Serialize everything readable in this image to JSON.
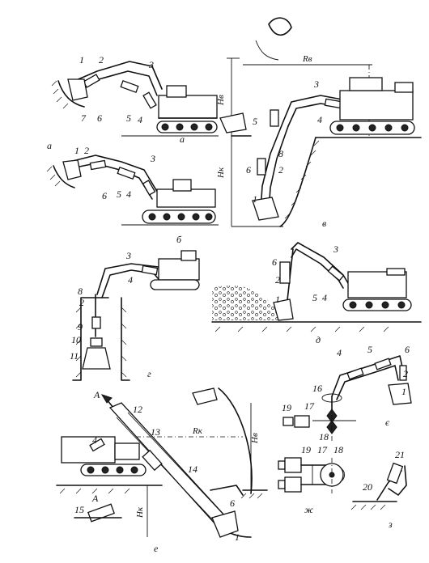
{
  "figure": {
    "panels": {
      "a": {
        "caption": "а",
        "labels": [
          "1",
          "2",
          "3",
          "4",
          "5",
          "6",
          "7"
        ]
      },
      "b": {
        "caption": "б",
        "extra_label": "a",
        "labels": [
          "1",
          "2",
          "3",
          "4",
          "5",
          "6"
        ]
      },
      "v": {
        "caption": "в",
        "labels": [
          "1",
          "2",
          "3",
          "4",
          "5",
          "6",
          "8"
        ],
        "dims": [
          "Rв",
          "Hв",
          "Hк"
        ]
      },
      "g": {
        "caption": "г",
        "labels": [
          "2",
          "3",
          "4",
          "8",
          "9",
          "10",
          "11"
        ]
      },
      "d": {
        "caption": "д",
        "labels": [
          "1",
          "2",
          "3",
          "4",
          "5",
          "6"
        ]
      },
      "e": {
        "caption": "е",
        "labels": [
          "1",
          "4",
          "6",
          "12",
          "13",
          "14",
          "15"
        ],
        "dims": [
          "Rк",
          "Hв",
          "Hк"
        ],
        "section": "A"
      },
      "ye": {
        "caption": "є",
        "labels": [
          "1",
          "2",
          "4",
          "5",
          "6",
          "16",
          "17",
          "18",
          "19"
        ]
      },
      "zh": {
        "caption": "ж",
        "labels": [
          "17",
          "18",
          "19"
        ]
      },
      "z": {
        "caption": "з",
        "labels": [
          "20",
          "21"
        ]
      }
    }
  }
}
